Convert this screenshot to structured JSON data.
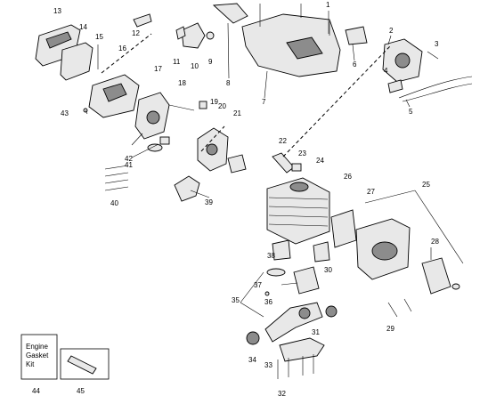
{
  "callouts": [
    "1",
    "2",
    "3",
    "4",
    "5",
    "6",
    "7",
    "8",
    "9",
    "10",
    "11",
    "12",
    "13",
    "14",
    "15",
    "16",
    "17",
    "18",
    "19",
    "20",
    "21",
    "22",
    "23",
    "24",
    "25",
    "26",
    "27",
    "28",
    "29",
    "30",
    "31",
    "32",
    "33",
    "34",
    "35",
    "36",
    "37",
    "38",
    "39",
    "40",
    "41",
    "42",
    "43",
    "44",
    "45"
  ],
  "legend": {
    "kit_line1": "Engine",
    "kit_line2": "Gasket",
    "kit_line3": "Kit"
  },
  "colors": {
    "line": "#000000",
    "fill": "#e8e8e8",
    "dark_fill": "#8c8c8c",
    "background": "#ffffff"
  }
}
